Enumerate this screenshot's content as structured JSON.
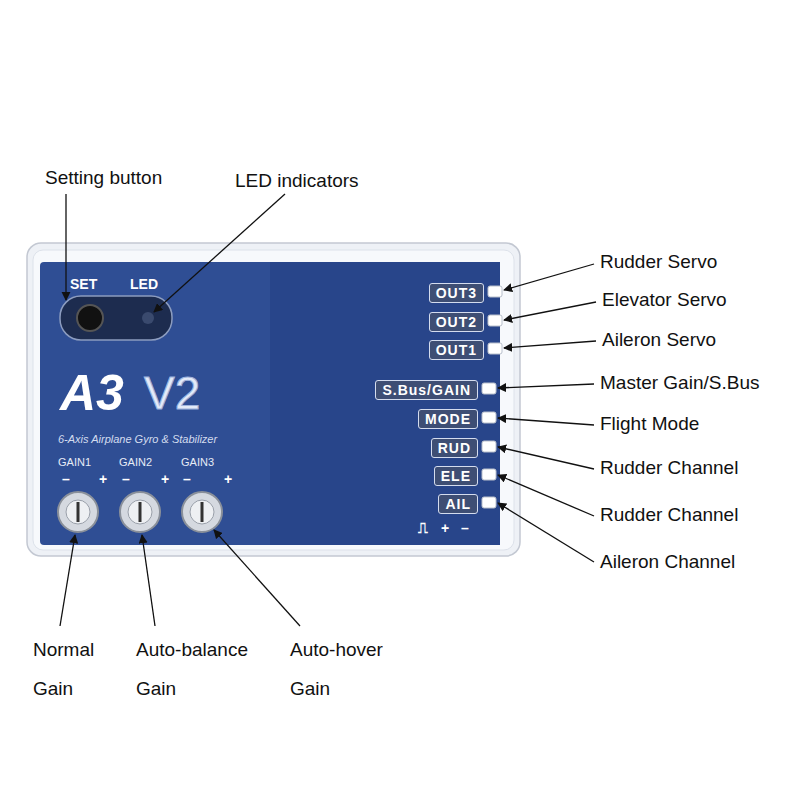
{
  "diagram": {
    "nodes": [
      {
        "text": [
          "SET",
          "LED",
          "A3",
          "V2",
          "6-Axis Airplane Gyro & Stabilizer",
          "GAIN1",
          "GAIN2",
          "GAIN3",
          "–",
          "+",
          "–",
          "+",
          "–",
          "+",
          "⎍",
          "+",
          "–"
        ]
      },
      {
        "text": [
          "OUT3"
        ],
        "in": 0
      },
      {
        "text": [
          "OUT2"
        ],
        "in": 0
      },
      {
        "text": [
          "OUT1"
        ],
        "in": 0
      },
      {
        "text": [
          "S.Bus/GAIN"
        ],
        "in": 0
      },
      {
        "text": [
          "MODE"
        ],
        "in": 0
      },
      {
        "text": [
          "RUD"
        ],
        "in": 0
      },
      {
        "text": [
          "ELE"
        ],
        "in": 0
      },
      {
        "text": [
          "AIL"
        ],
        "in": 0
      }
    ],
    "labels": [
      "Setting button",
      "LED indicators",
      "Rudder Servo",
      "Elevator Servo",
      "Aileron Servo",
      "Master Gain/S.Bus",
      "Flight Mode",
      "Rudder Channel",
      "Rudder Channel",
      "Aileron Channel",
      "Normal Gain",
      "Auto-balance Gain",
      "Auto-hover Gain"
    ]
  }
}
